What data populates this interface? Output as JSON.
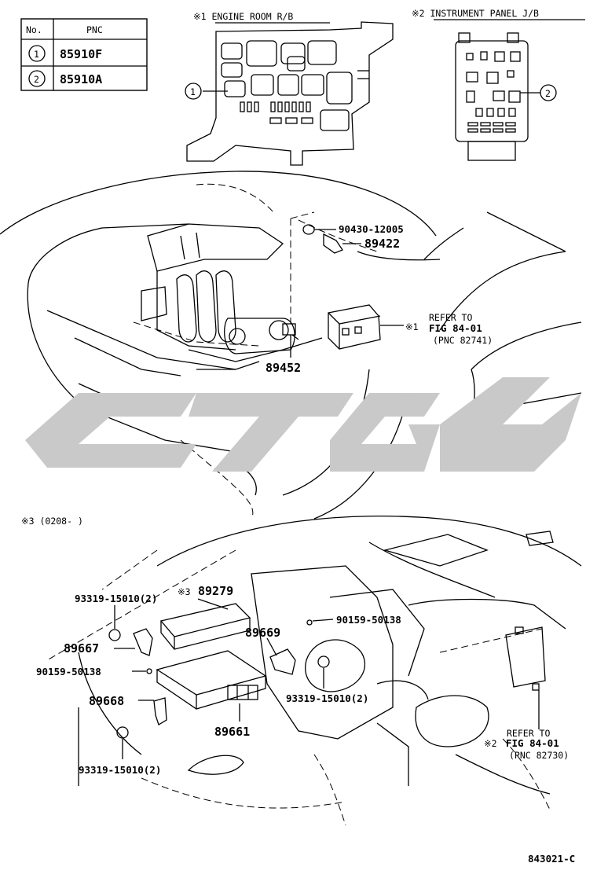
{
  "legend": {
    "header_no": "No.",
    "header_pnc": "PNC",
    "rows": [
      {
        "no": "1",
        "pnc": "85910F"
      },
      {
        "no": "2",
        "pnc": "85910A"
      }
    ]
  },
  "headers": {
    "engine_room": "※1 ENGINE ROOM R/B",
    "instrument_panel": "※2 INSTRUMENT PANEL J/B"
  },
  "callouts": {
    "c1": "1",
    "c2": "2"
  },
  "parts": {
    "p90430": "90430-12005",
    "p89422": "89422",
    "p89452": "89452",
    "p89279": "89279",
    "p89279_prefix": "※3",
    "p93319_a": "93319-15010(2)",
    "p93319_b": "93319-15010(2)",
    "p93319_c": "93319-15010(2)",
    "p90159_a": "90159-50138",
    "p90159_b": "90159-50138",
    "p89669": "89669",
    "p89667": "89667",
    "p89668": "89668",
    "p89661": "89661"
  },
  "refer1": {
    "line1": "REFER TO",
    "line2": "FIG 84-01",
    "line3": "(PNC 82741)",
    "mark": "※1"
  },
  "refer2": {
    "line1": "REFER TO",
    "line2": "FIG 84-01",
    "line3": "(PNC 82730)",
    "mark": "※2"
  },
  "note3": "※3 (0208-     )",
  "figure_number": "843021-C",
  "watermark_color": "#c9c9c9"
}
